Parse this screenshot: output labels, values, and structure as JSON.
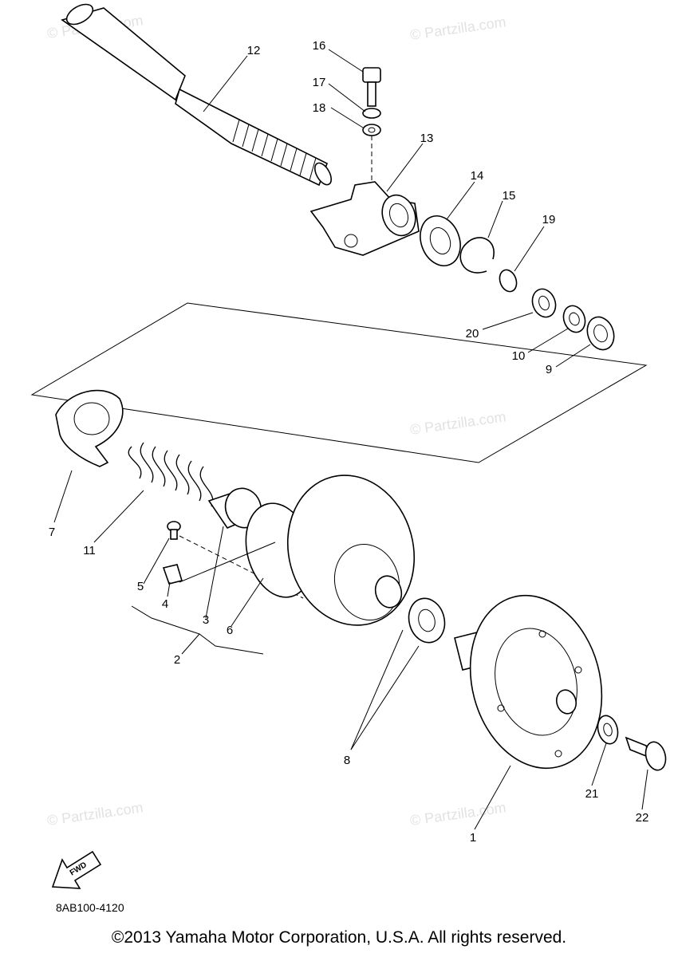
{
  "watermark": "© Partzilla.com",
  "diagram_code": "8AB100-4120",
  "fwd_label": "FWD",
  "copyright": "©2013 Yamaha Motor Corporation, U.S.A. All rights reserved.",
  "callouts": {
    "c1": "1",
    "c2": "2",
    "c3": "3",
    "c4": "4",
    "c5": "5",
    "c6": "6",
    "c7": "7",
    "c8": "8",
    "c9": "9",
    "c10": "10",
    "c11": "11",
    "c12": "12",
    "c13": "13",
    "c14": "14",
    "c15": "15",
    "c16": "16",
    "c17": "17",
    "c18": "18",
    "c19": "19",
    "c20": "20",
    "c21": "21",
    "c22": "22"
  }
}
